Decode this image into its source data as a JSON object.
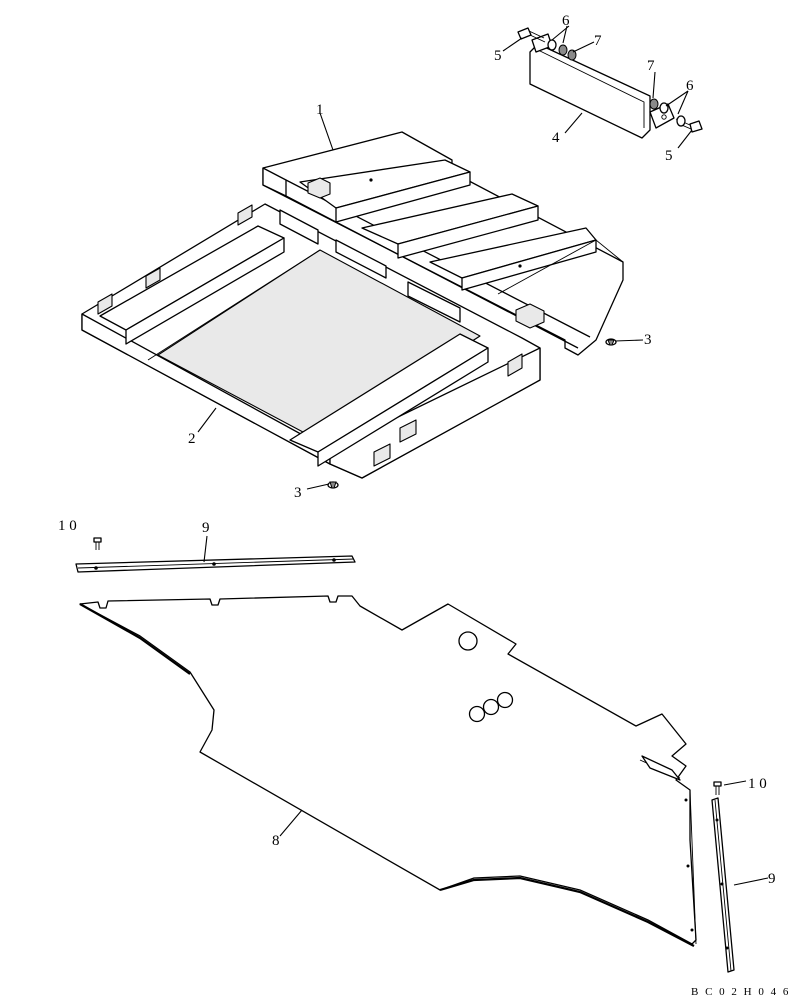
{
  "diagram": {
    "callouts": [
      {
        "id": "c1",
        "text": "1"
      },
      {
        "id": "c2",
        "text": "2"
      },
      {
        "id": "c3a",
        "text": "3"
      },
      {
        "id": "c3b",
        "text": "3"
      },
      {
        "id": "c4",
        "text": "4"
      },
      {
        "id": "c5a",
        "text": "5"
      },
      {
        "id": "c5b",
        "text": "5"
      },
      {
        "id": "c6a",
        "text": "6"
      },
      {
        "id": "c6b",
        "text": "6"
      },
      {
        "id": "c7a",
        "text": "7"
      },
      {
        "id": "c7b",
        "text": "7"
      },
      {
        "id": "c8",
        "text": "8"
      },
      {
        "id": "c9a",
        "text": "9"
      },
      {
        "id": "c9b",
        "text": "9"
      },
      {
        "id": "c10a",
        "text": "1 0"
      },
      {
        "id": "c10b",
        "text": "1 0"
      }
    ],
    "drawing_code": "B C 0 2 H 0 4 6"
  }
}
